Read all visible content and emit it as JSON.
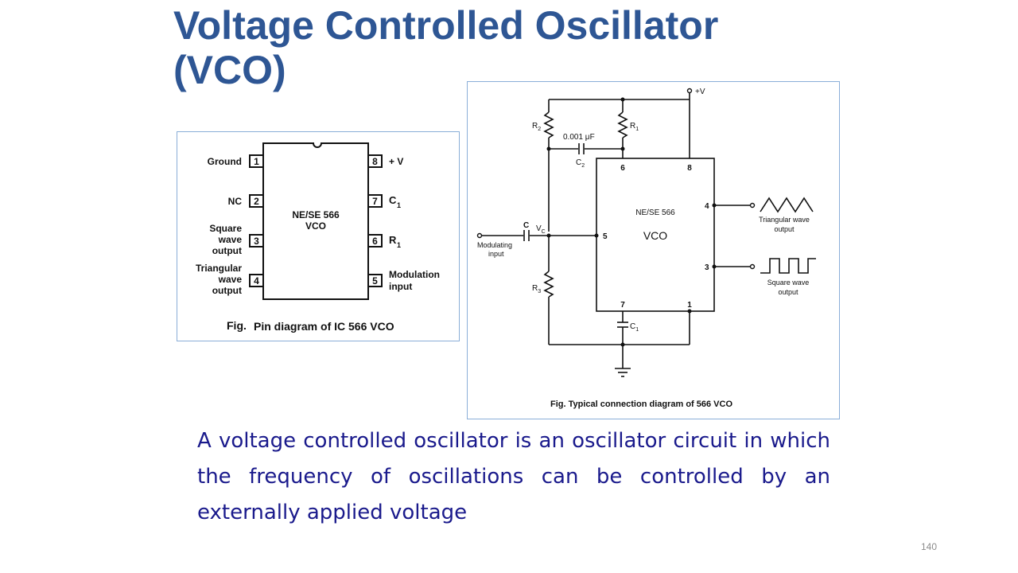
{
  "slide": {
    "title_line1": "Voltage Controlled Oscillator",
    "title_line2": "(VCO)",
    "description": "A voltage controlled oscillator is an oscillator circuit in which the frequency of oscillations can be controlled by an externally applied voltage",
    "page_number": "140"
  },
  "pin_diagram": {
    "chip_line1": "NE/SE 566",
    "chip_line2": "VCO",
    "caption_prefix": "Fig.",
    "caption": "Pin diagram of IC 566 VCO",
    "left_pins": [
      {
        "num": "1",
        "label": [
          "Ground"
        ]
      },
      {
        "num": "2",
        "label": [
          "NC"
        ]
      },
      {
        "num": "3",
        "label": [
          "Square",
          "wave",
          "output"
        ]
      },
      {
        "num": "4",
        "label": [
          "Triangular",
          "wave",
          "output"
        ]
      }
    ],
    "right_pins": [
      {
        "num": "8",
        "label": [
          "+ V"
        ]
      },
      {
        "num": "7",
        "label": [
          "C",
          "1"
        ]
      },
      {
        "num": "6",
        "label": [
          "R",
          "1"
        ]
      },
      {
        "num": "5",
        "label": [
          "Modulation",
          "input"
        ]
      }
    ]
  },
  "connection_diagram": {
    "supply": "+V",
    "r1": "R",
    "r1_sub": "1",
    "r2": "R",
    "r2_sub": "2",
    "r3": "R",
    "r3_sub": "3",
    "c1": "C",
    "c1_sub": "1",
    "c2": "C",
    "c2_sub": "2",
    "c2_value": "0.001 μF",
    "c": "C",
    "vc": "V",
    "vc_sub": "C",
    "mod_input_line1": "Modulating",
    "mod_input_line2": "input",
    "chip_line1": "NE/SE 566",
    "chip_line2": "VCO",
    "pins": {
      "p1": "1",
      "p3": "3",
      "p4": "4",
      "p5": "5",
      "p6": "6",
      "p7": "7",
      "p8": "8"
    },
    "tri_out_line1": "Triangular wave",
    "tri_out_line2": "output",
    "sq_out_line1": "Square wave",
    "sq_out_line2": "output",
    "caption": "Fig. Typical connection diagram of 566 VCO"
  }
}
